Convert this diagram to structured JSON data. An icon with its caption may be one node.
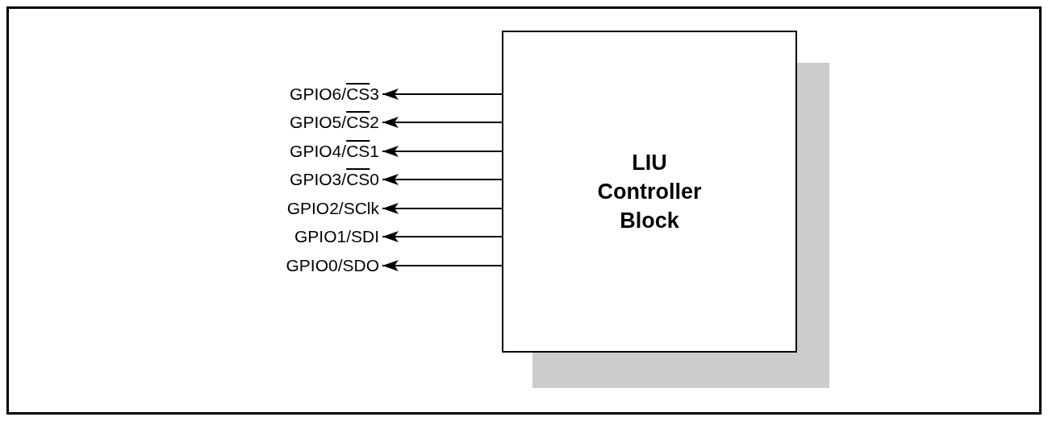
{
  "diagram": {
    "nodes": [
      {
        "text": [
          "LIU Controller Block"
        ]
      },
      {
        "text": [
          "GPIO6/CS3"
        ]
      },
      {
        "text": [
          "GPIO5/CS2"
        ]
      },
      {
        "text": [
          "GPIO4/CS1"
        ]
      },
      {
        "text": [
          "GPIO3/CS0"
        ]
      },
      {
        "text": [
          "GPIO2/SClk"
        ]
      },
      {
        "text": [
          "GPIO1/SDI"
        ]
      },
      {
        "text": [
          "GPIO0/SDO"
        ]
      }
    ],
    "edges": [
      {
        "from": 0,
        "to": 1,
        "arrow": "to"
      },
      {
        "from": 0,
        "to": 2,
        "arrow": "to"
      },
      {
        "from": 0,
        "to": 3,
        "arrow": "to"
      },
      {
        "from": 0,
        "to": 4,
        "arrow": "to"
      },
      {
        "from": 0,
        "to": 5,
        "arrow": "to"
      },
      {
        "from": 0,
        "to": 6,
        "arrow": "to"
      },
      {
        "from": 0,
        "to": 7,
        "arrow": "to"
      }
    ]
  }
}
